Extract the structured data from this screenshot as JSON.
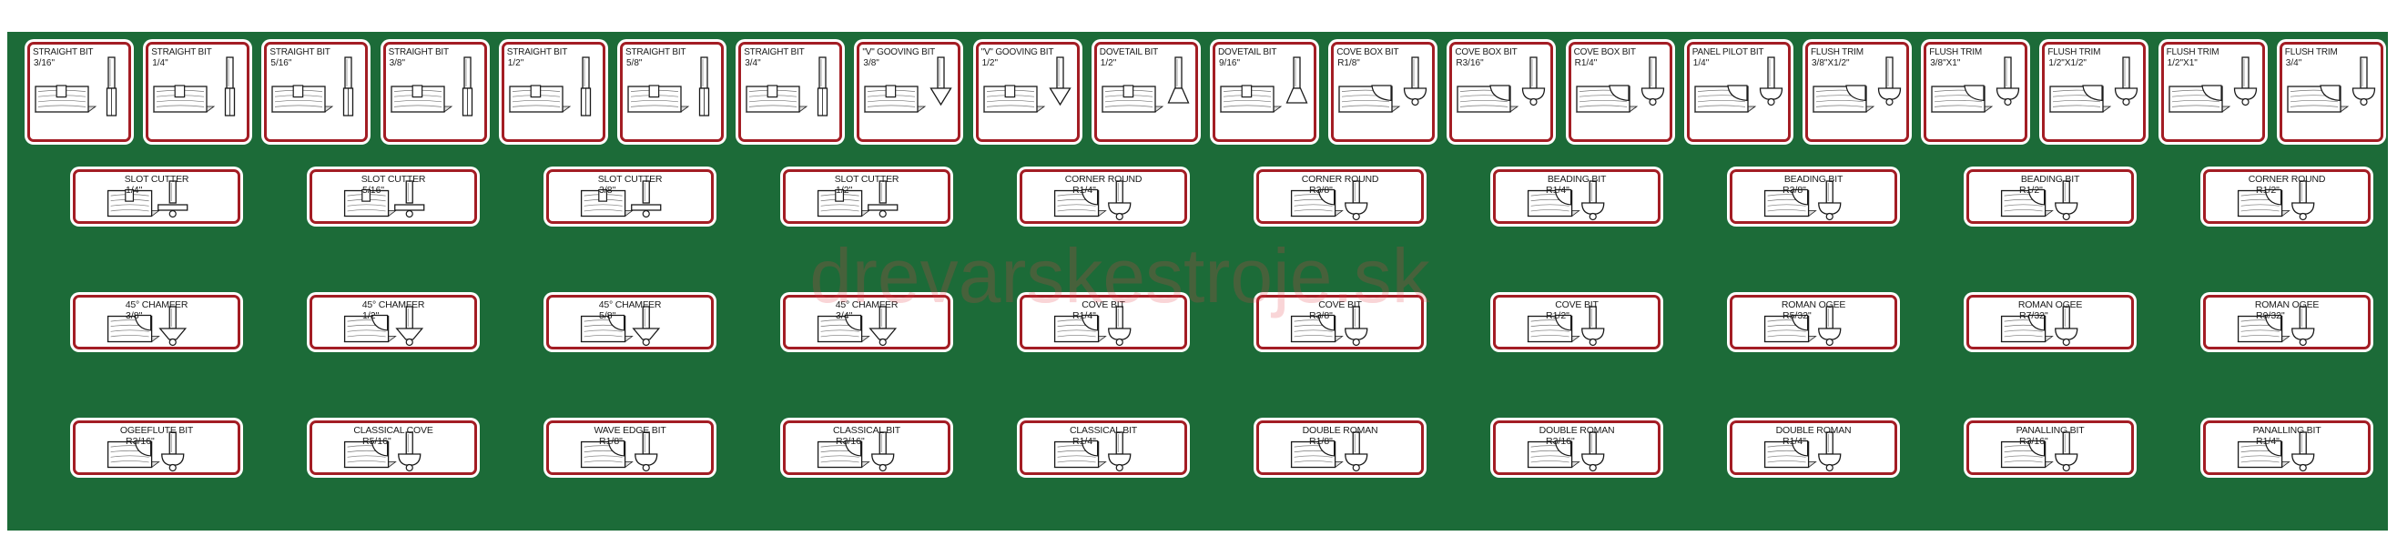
{
  "rows": [
    [
      {
        "title": "STRAIGHT BIT",
        "size": "3/16\"",
        "icon": "straight-bit-icon"
      },
      {
        "title": "STRAIGHT BIT",
        "size": "1/4\"",
        "icon": "straight-bit-icon"
      },
      {
        "title": "STRAIGHT BIT",
        "size": "5/16\"",
        "icon": "straight-bit-icon"
      },
      {
        "title": "STRAIGHT BIT",
        "size": "3/8\"",
        "icon": "straight-bit-icon"
      },
      {
        "title": "STRAIGHT BIT",
        "size": "1/2\"",
        "icon": "straight-bit-icon"
      },
      {
        "title": "STRAIGHT BIT",
        "size": "5/8\"",
        "icon": "straight-bit-icon"
      },
      {
        "title": "STRAIGHT BIT",
        "size": "3/4\"",
        "icon": "straight-bit-icon"
      },
      {
        "title": "\"V\" GOOVING BIT",
        "size": "3/8\"",
        "icon": "v-groove-bit-icon"
      },
      {
        "title": "\"V\" GOOVING BIT",
        "size": "1/2\"",
        "icon": "v-groove-bit-icon"
      },
      {
        "title": "DOVETAIL BIT",
        "size": "1/2\"",
        "icon": "dovetail-bit-icon"
      },
      {
        "title": "DOVETAIL BIT",
        "size": "9/16\"",
        "icon": "dovetail-bit-icon"
      },
      {
        "title": "COVE BOX BIT",
        "size": "R1/8\"",
        "icon": "cove-box-bit-icon"
      },
      {
        "title": "COVE BOX BIT",
        "size": "R3/16\"",
        "icon": "cove-box-bit-icon"
      },
      {
        "title": "COVE BOX BIT",
        "size": "R1/4\"",
        "icon": "cove-box-bit-icon"
      },
      {
        "title": "PANEL PILOT BIT",
        "size": "1/4\"",
        "icon": "panel-pilot-bit-icon"
      },
      {
        "title": "FLUSH TRIM",
        "size": "3/8\"X1/2\"",
        "icon": "flush-trim-bit-icon"
      },
      {
        "title": "FLUSH TRIM",
        "size": "3/8\"X1\"",
        "icon": "flush-trim-bit-icon"
      },
      {
        "title": "FLUSH TRIM",
        "size": "1/2\"X1/2\"",
        "icon": "flush-trim-bit-icon"
      },
      {
        "title": "FLUSH TRIM",
        "size": "1/2\"X1\"",
        "icon": "flush-trim-bit-icon"
      },
      {
        "title": "FLUSH TRIM",
        "size": "3/4\"",
        "icon": "flush-trim-bit-icon"
      }
    ],
    [
      {
        "title": "SLOT CUTTER",
        "size": "1/4\"",
        "icon": "slot-cutter-icon"
      },
      {
        "title": "SLOT CUTTER",
        "size": "5/16\"",
        "icon": "slot-cutter-icon"
      },
      {
        "title": "SLOT CUTTER",
        "size": "3/8\"",
        "icon": "slot-cutter-icon"
      },
      {
        "title": "SLOT CUTTER",
        "size": "1/2\"",
        "icon": "slot-cutter-icon"
      },
      {
        "title": "CORNER ROUND",
        "size": "R1/4\"",
        "icon": "corner-round-bit-icon"
      },
      {
        "title": "CORNER ROUND",
        "size": "R3/8\"",
        "icon": "corner-round-bit-icon"
      },
      {
        "title": "BEADING BIT",
        "size": "R1/4\"",
        "icon": "beading-bit-icon"
      },
      {
        "title": "BEADING BIT",
        "size": "R3/8\"",
        "icon": "beading-bit-icon"
      },
      {
        "title": "BEADING BIT",
        "size": "R1/2\"",
        "icon": "beading-bit-icon"
      },
      {
        "title": "CORNER ROUND",
        "size": "R1/2\"",
        "icon": "corner-round-bit-icon"
      }
    ],
    [
      {
        "title": "45° CHAMFER",
        "size": "3/8\"",
        "icon": "chamfer-bit-icon"
      },
      {
        "title": "45° CHAMFER",
        "size": "1/2\"",
        "icon": "chamfer-bit-icon"
      },
      {
        "title": "45° CHAMFER",
        "size": "5/8\"",
        "icon": "chamfer-bit-icon"
      },
      {
        "title": "45° CHAMFER",
        "size": "3/4\"",
        "icon": "chamfer-bit-icon"
      },
      {
        "title": "COVE BIT",
        "size": "R1/4\"",
        "icon": "cove-bit-icon"
      },
      {
        "title": "COVE BIT",
        "size": "R3/8\"",
        "icon": "cove-bit-icon"
      },
      {
        "title": "COVE BIT",
        "size": "R1/2\"",
        "icon": "cove-bit-icon"
      },
      {
        "title": "ROMAN OGEE",
        "size": "R5/32\"",
        "icon": "roman-ogee-bit-icon"
      },
      {
        "title": "ROMAN OGEE",
        "size": "R7/32\"",
        "icon": "roman-ogee-bit-icon"
      },
      {
        "title": "ROMAN OGEE",
        "size": "R9/32\"",
        "icon": "roman-ogee-bit-icon"
      }
    ],
    [
      {
        "title": "OGEEFLUTE BIT",
        "size": "R3/16\"",
        "icon": "ogee-flute-bit-icon"
      },
      {
        "title": "CLASSICAL COVE",
        "size": "R5/16\"",
        "icon": "classical-cove-bit-icon"
      },
      {
        "title": "WAVE EDGE BIT",
        "size": "R1/8\"",
        "icon": "wave-edge-bit-icon"
      },
      {
        "title": "CLASSICAL BIT",
        "size": "R3/16\"",
        "icon": "classical-bit-icon"
      },
      {
        "title": "CLASSICAL BIT",
        "size": "R1/4\"",
        "icon": "classical-bit-icon"
      },
      {
        "title": "DOUBLE ROMAN",
        "size": "R1/8\"",
        "icon": "double-roman-bit-icon"
      },
      {
        "title": "DOUBLE ROMAN",
        "size": "R3/16\"",
        "icon": "double-roman-bit-icon"
      },
      {
        "title": "DOUBLE ROMAN",
        "size": "R1/4\"",
        "icon": "double-roman-bit-icon"
      },
      {
        "title": "PANALLING BIT",
        "size": "R3/16\"",
        "icon": "panelling-bit-icon"
      },
      {
        "title": "PANALLING BIT",
        "size": "R1/4\"",
        "icon": "panelling-bit-icon"
      }
    ]
  ],
  "watermark": "drevarskestroje.sk",
  "colors": {
    "background": "#1c6b38",
    "border": "#a31d24",
    "label": "#ffffff",
    "watermark": "#e5424a"
  }
}
